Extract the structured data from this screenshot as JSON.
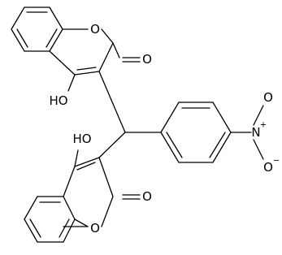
{
  "atom_labels": {
    "ring_oxygen_top": "O",
    "carbonyl_oxygen_top": "O",
    "hydroxyl_top": "HO",
    "ring_oxygen_bottom": "O",
    "carbonyl_oxygen_bottom": "O",
    "hydroxyl_bottom": "HO",
    "nitro_oxygen_top": "O",
    "nitro_nitrogen": "N",
    "nitro_nitrogen_charge": "+",
    "nitro_oxygen_bottom": "O",
    "nitro_oxygen_charge": "−"
  }
}
